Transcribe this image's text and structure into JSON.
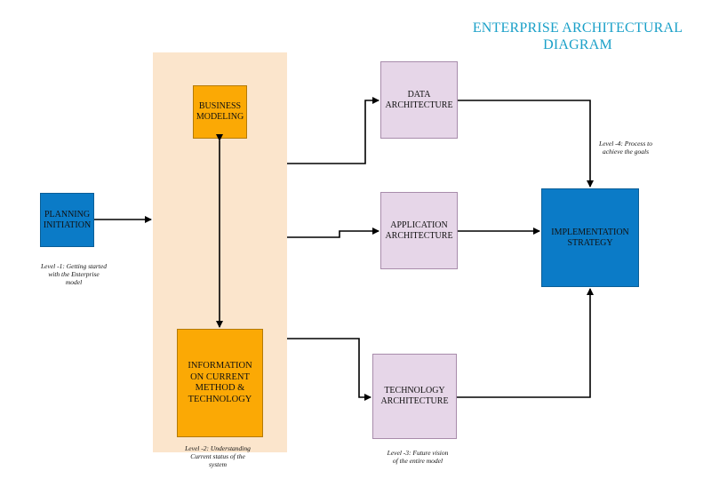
{
  "title": "ENTERPRISE ARCHITECTURAL DIAGRAM",
  "nodes": {
    "planning": "PLANNING INITIATION",
    "business_modeling": "BUSINESS MODELING",
    "information": "INFORMATION ON CURRENT METHOD & TECHNOLOGY",
    "data_architecture": "DATA ARCHITECTURE",
    "application_architecture": "APPLICATION ARCHITECTURE",
    "technology_architecture": "TECHNOLOGY ARCHITECTURE",
    "implementation": "IMPLEMENTATION STRATEGY"
  },
  "notes": {
    "level1": "Level -1: Getting started with the Enterprise model",
    "level2": "Level -2: Understanding Current status of the system",
    "level3": "Level -3: Future vision of the entire model",
    "level4": "Level -4: Process to achieve the goals"
  },
  "colors": {
    "blue": "#0b7bc7",
    "orange": "#fba905",
    "pink": "#e6d6e8",
    "band": "#fbe5cc",
    "title": "#1aa0c8"
  }
}
